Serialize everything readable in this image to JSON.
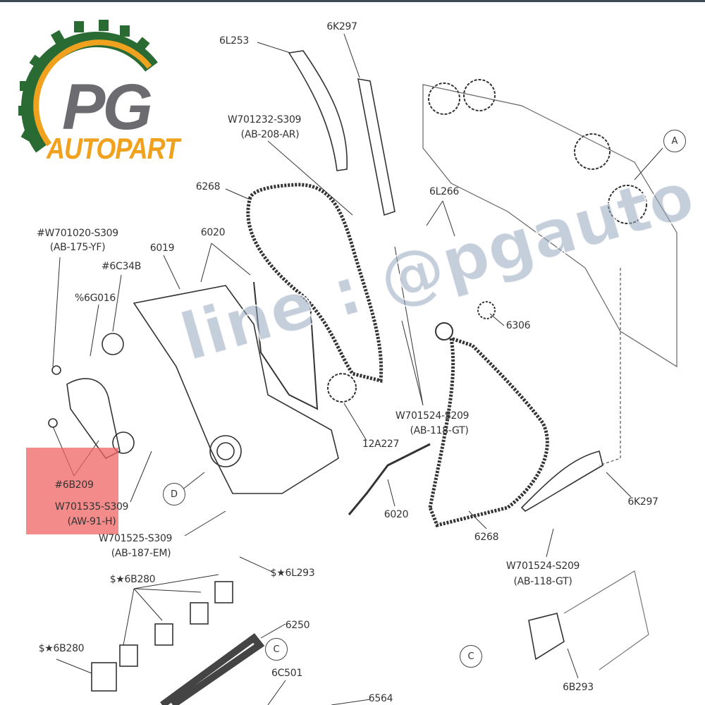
{
  "logo": {
    "brand": "PG",
    "sub": "AUTOPART",
    "colors": {
      "gear": "#2a6a33",
      "arc": "#f0a21e",
      "text": "#6b6b70"
    }
  },
  "watermark": "line : @pgauto",
  "highlight_color": "#f06464",
  "labels": {
    "l6L253": "6L253",
    "l6K297a": "6K297",
    "lW701232": "W701232-S309",
    "lAB208": "(AB-208-AR)",
    "l6268a": "6268",
    "l6L266": "6L266",
    "lW701020": "#W701020-S309",
    "lAB175": "(AB-175-YF)",
    "l6020a": "6020",
    "l6019": "6019",
    "l6C34B": "#6C34B",
    "l6G016": "%6G016",
    "l6306": "6306",
    "lW701524a": "W701524-S209",
    "lAB118a": "(AB-118-GT)",
    "l12A227": "12A227",
    "l6B209": "#6B209",
    "lW701535": "W701535-S309",
    "lAW91": "(AW-91-H)",
    "l6020b": "6020",
    "l6K297b": "6K297",
    "lW701525": "W701525-S309",
    "lAB187": "(AB-187-EM)",
    "l6268b": "6268",
    "l6L293": "$★6L293",
    "lW701524b": "W701524-S209",
    "lAB118b": "(AB-118-GT)",
    "l6B280a": "$★6B280",
    "l6250": "6250",
    "l6B280b": "$★6B280",
    "l6C501": "6C501",
    "l6B293": "6B293",
    "l6564": "6564"
  },
  "callouts": {
    "A": "A",
    "D": "D",
    "C1": "C",
    "C2": "C"
  }
}
